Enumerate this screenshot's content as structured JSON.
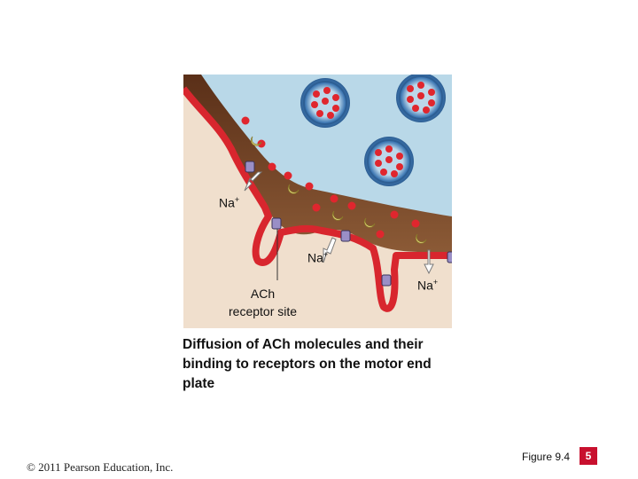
{
  "illustration": {
    "labels": {
      "na_top": "Na",
      "na_middle": "Na",
      "na_right": "Na",
      "na_superscript": "+",
      "ach_line1": "ACh",
      "ach_line2": "receptor site"
    },
    "colors": {
      "background": "#f0dfcd",
      "axon_terminal": "#b9d8e8",
      "membrane": "#d8262e",
      "cleft": "#6b3d22",
      "vesicle": "#5b8fbf",
      "ach": "#e0262e",
      "receptor": "#9a8fc6"
    }
  },
  "caption": "Diffusion of ACh molecules and their binding to receptors on the motor end plate",
  "footer": {
    "copyright": "© 2011 Pearson Education, Inc.",
    "figure_label": "Figure 9.4",
    "page_number": "5"
  }
}
